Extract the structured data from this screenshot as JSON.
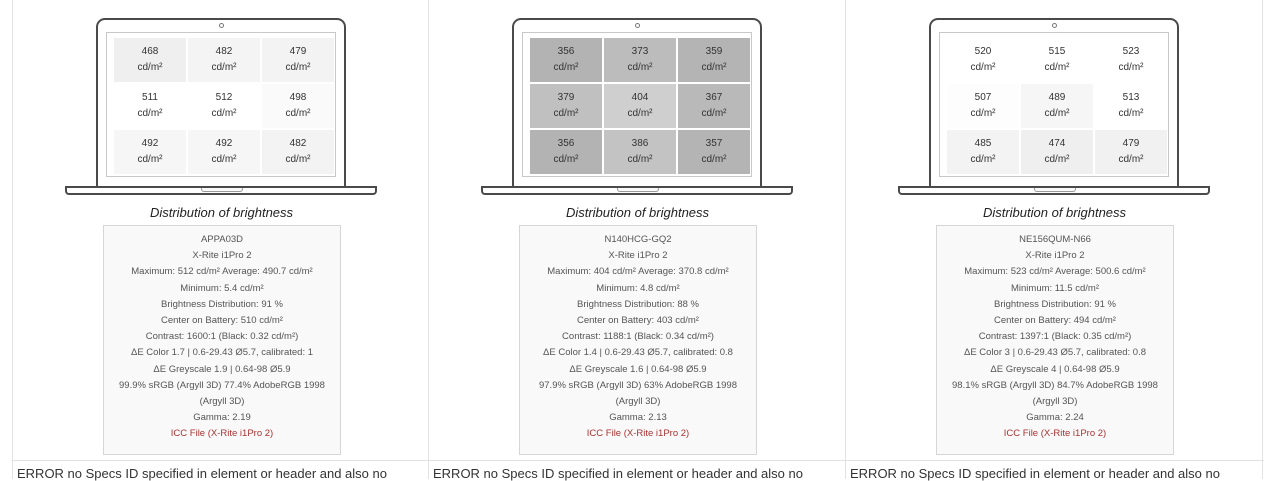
{
  "columns": [
    {
      "cells": [
        {
          "value": "468",
          "unit": "cd/m²",
          "shade": "#efefef"
        },
        {
          "value": "482",
          "unit": "cd/m²",
          "shade": "#f4f4f4"
        },
        {
          "value": "479",
          "unit": "cd/m²",
          "shade": "#f3f3f3"
        },
        {
          "value": "511",
          "unit": "cd/m²",
          "shade": "#ffffff"
        },
        {
          "value": "512",
          "unit": "cd/m²",
          "shade": "#ffffff"
        },
        {
          "value": "498",
          "unit": "cd/m²",
          "shade": "#fafafa"
        },
        {
          "value": "492",
          "unit": "cd/m²",
          "shade": "#f6f6f6"
        },
        {
          "value": "492",
          "unit": "cd/m²",
          "shade": "#f6f6f6"
        },
        {
          "value": "482",
          "unit": "cd/m²",
          "shade": "#f3f3f3"
        }
      ],
      "caption": "Distribution of brightness",
      "info": {
        "panel": "APPA03D",
        "device": "X-Rite i1Pro 2",
        "max_avg": "Maximum: 512 cd/m² Average: 490.7 cd/m²",
        "minimum": "Minimum: 5.4 cd/m²",
        "distribution": "Brightness Distribution: 91 %",
        "battery": "Center on Battery: 510 cd/m²",
        "contrast": "Contrast: 1600:1 (Black: 0.32 cd/m²)",
        "de_color": "ΔE Color 1.7 | 0.6-29.43 Ø5.7, calibrated: 1",
        "de_grey": "ΔE Greyscale 1.9 | 0.64-98 Ø5.9",
        "gamut": "99.9% sRGB (Argyll 3D) 77.4% AdobeRGB 1998 (Argyll 3D)",
        "gamma": "Gamma: 2.19",
        "icc": "ICC File (X-Rite i1Pro 2)"
      },
      "error": "ERROR no Specs ID specified in element or header and also no"
    },
    {
      "cells": [
        {
          "value": "356",
          "unit": "cd/m²",
          "shade": "#b3b3b3"
        },
        {
          "value": "373",
          "unit": "cd/m²",
          "shade": "#bcbcbc"
        },
        {
          "value": "359",
          "unit": "cd/m²",
          "shade": "#b4b4b4"
        },
        {
          "value": "379",
          "unit": "cd/m²",
          "shade": "#c0c0c0"
        },
        {
          "value": "404",
          "unit": "cd/m²",
          "shade": "#cfcfcf"
        },
        {
          "value": "367",
          "unit": "cd/m²",
          "shade": "#b9b9b9"
        },
        {
          "value": "356",
          "unit": "cd/m²",
          "shade": "#b3b3b3"
        },
        {
          "value": "386",
          "unit": "cd/m²",
          "shade": "#c3c3c3"
        },
        {
          "value": "357",
          "unit": "cd/m²",
          "shade": "#b4b4b4"
        }
      ],
      "caption": "Distribution of brightness",
      "info": {
        "panel": "N140HCG-GQ2",
        "device": "X-Rite i1Pro 2",
        "max_avg": "Maximum: 404 cd/m² Average: 370.8 cd/m²",
        "minimum": "Minimum: 4.8 cd/m²",
        "distribution": "Brightness Distribution: 88 %",
        "battery": "Center on Battery: 403 cd/m²",
        "contrast": "Contrast: 1188:1 (Black: 0.34 cd/m²)",
        "de_color": "ΔE Color 1.4 | 0.6-29.43 Ø5.7, calibrated: 0.8",
        "de_grey": "ΔE Greyscale 1.6 | 0.64-98 Ø5.9",
        "gamut": "97.9% sRGB (Argyll 3D) 63% AdobeRGB 1998 (Argyll 3D)",
        "gamma": "Gamma: 2.13",
        "icc": "ICC File (X-Rite i1Pro 2)"
      },
      "error": "ERROR no Specs ID specified in element or header and also no"
    },
    {
      "cells": [
        {
          "value": "520",
          "unit": "cd/m²",
          "shade": "#ffffff"
        },
        {
          "value": "515",
          "unit": "cd/m²",
          "shade": "#ffffff"
        },
        {
          "value": "523",
          "unit": "cd/m²",
          "shade": "#ffffff"
        },
        {
          "value": "507",
          "unit": "cd/m²",
          "shade": "#fdfdfd"
        },
        {
          "value": "489",
          "unit": "cd/m²",
          "shade": "#f6f6f6"
        },
        {
          "value": "513",
          "unit": "cd/m²",
          "shade": "#ffffff"
        },
        {
          "value": "485",
          "unit": "cd/m²",
          "shade": "#f3f3f3"
        },
        {
          "value": "474",
          "unit": "cd/m²",
          "shade": "#efefef"
        },
        {
          "value": "479",
          "unit": "cd/m²",
          "shade": "#f1f1f1"
        }
      ],
      "caption": "Distribution of brightness",
      "info": {
        "panel": "NE156QUM-N66",
        "device": "X-Rite i1Pro 2",
        "max_avg": "Maximum: 523 cd/m² Average: 500.6 cd/m²",
        "minimum": "Minimum: 11.5 cd/m²",
        "distribution": "Brightness Distribution: 91 %",
        "battery": "Center on Battery: 494 cd/m²",
        "contrast": "Contrast: 1397:1 (Black: 0.35 cd/m²)",
        "de_color": "ΔE Color 3 | 0.6-29.43 Ø5.7, calibrated: 0.8",
        "de_grey": "ΔE Greyscale 4 | 0.64-98 Ø5.9",
        "gamut": "98.1% sRGB (Argyll 3D) 84.7% AdobeRGB 1998 (Argyll 3D)",
        "gamma": "Gamma: 2.24",
        "icc": "ICC File (X-Rite i1Pro 2)"
      },
      "error": "ERROR no Specs ID specified in element or header and also no"
    }
  ]
}
